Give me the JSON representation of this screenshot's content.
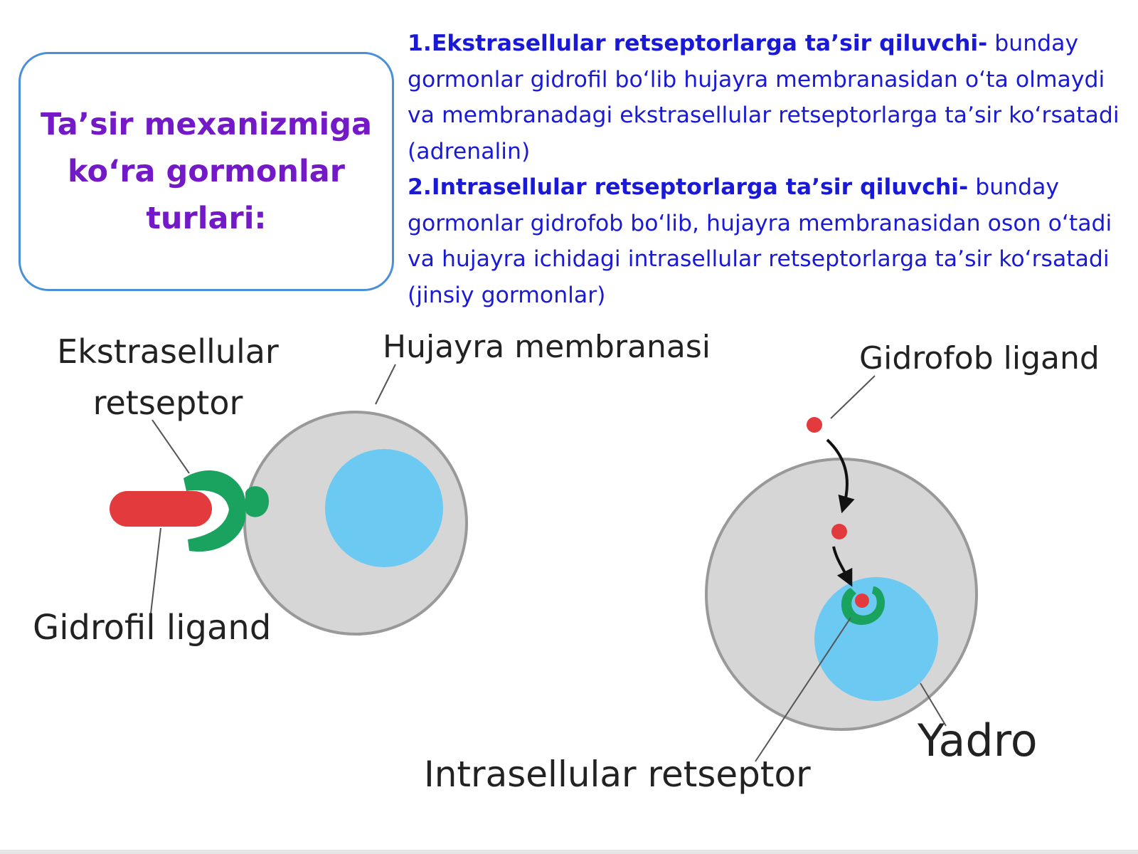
{
  "title": "Ta’sir mexanizmiga ko‘ra gormonlar turlari:",
  "description": {
    "item1": {
      "lead": "1.Ekstrasellular retseptorlarga ta’sir qiluvchi-",
      "text": " bunday gormonlar gidrofil bo‘lib hujayra membranasidan o‘ta olmaydi va membranadagi ekstrasellular retseptorlarga ta’sir ko‘rsatadi (adrenalin)"
    },
    "item2": {
      "lead": "2.Intrasellular retseptorlarga ta’sir qiluvchi-",
      "text": " bunday gormonlar gidrofob bo‘lib, hujayra membranasidan oson o‘tadi va hujayra ichidagi intrasellular retseptorlarga ta’sir ko‘rsatadi (jinsiy gormonlar)"
    }
  },
  "diagram": {
    "labels": {
      "extracellular_receptor_line1": "Ekstrasellular",
      "extracellular_receptor_line2": "retseptor",
      "cell_membrane": "Hujayra membranasi",
      "hydrophobic_ligand": "Gidrofob ligand",
      "hydrophilic_ligand": "Gidrofil ligand",
      "intracellular_receptor": "Intrasellular retseptor",
      "nucleus": "Yadro"
    },
    "colors": {
      "cell": "#d6d6d6",
      "cell_border": "#999999",
      "nucleus": "#6cc9f2",
      "receptor": "#1aa35f",
      "ligand": "#e23a3d"
    }
  }
}
